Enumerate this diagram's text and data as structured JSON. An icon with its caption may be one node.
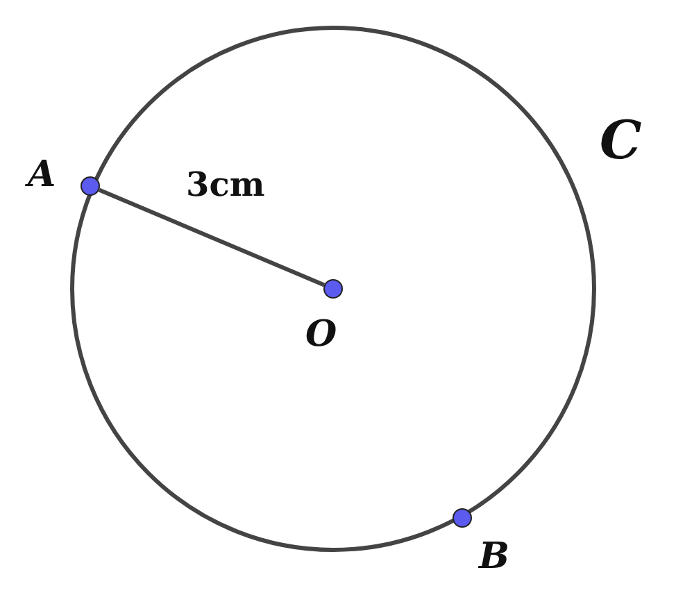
{
  "diagram": {
    "nodes": [
      {
        "text": [],
        "shape": "circle"
      },
      {
        "text": [],
        "shape": "circle",
        "beside": [
          "A"
        ]
      },
      {
        "text": [],
        "shape": "circle",
        "beside": [
          "O"
        ],
        "in": 0
      },
      {
        "text": [],
        "shape": "circle",
        "beside": [
          "B"
        ]
      }
    ],
    "edges": [
      {
        "from": 1,
        "to": 2,
        "arrow": "none",
        "label": "3cm"
      }
    ],
    "labels": [
      "C"
    ]
  }
}
